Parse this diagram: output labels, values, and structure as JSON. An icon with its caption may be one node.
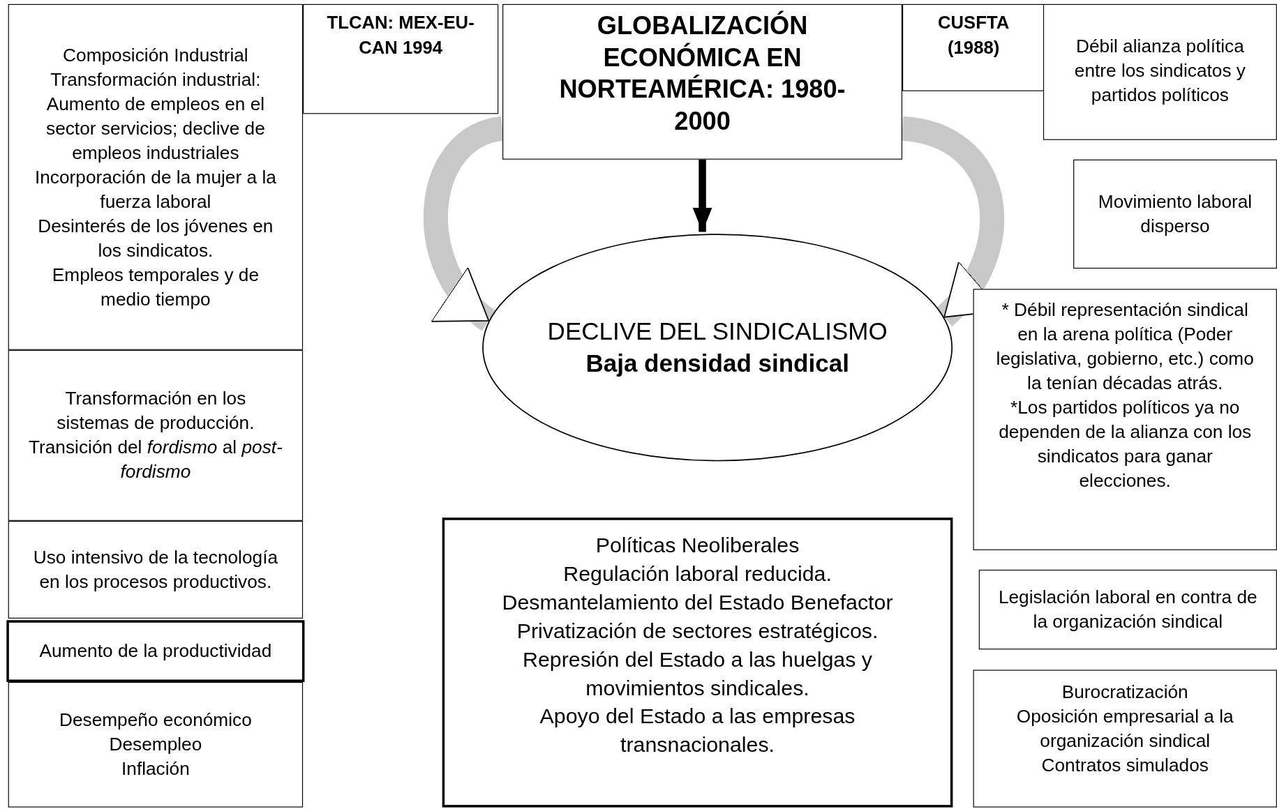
{
  "diagram": {
    "nodes": [
      {
        "text": [
          "Composición Industrial",
          "Transformación industrial: Aumento de empleos en el sector servicios; declive de empleos industriales",
          "Incorporación de la mujer a la fuerza laboral",
          "Desinterés de los jóvenes en los sindicatos.",
          "Empleos temporales y de medio tiempo"
        ]
      },
      {
        "text": [
          "Transformación en los sistemas de producción.",
          "Transición del *fordismo* al *post-fordismo*"
        ]
      },
      {
        "text": [
          "Uso intensivo de la tecnología en los procesos productivos."
        ]
      },
      {
        "text": [
          "Aumento de la productividad"
        ]
      },
      {
        "text": [
          "Desempeño económico",
          "Desempleo",
          "Inflación"
        ]
      },
      {
        "text": [
          "TLCAN: MEX-EU-CAN 1994"
        ]
      },
      {
        "text": [
          "GLOBALIZACIÓN ECONÓMICA EN NORTEAMÉRICA: 1980-2000"
        ]
      },
      {
        "text": [
          "CUSFTA (1988)"
        ]
      },
      {
        "text": [
          "Débil alianza política entre los sindicatos y partidos políticos"
        ]
      },
      {
        "text": [
          "Movimiento laboral disperso"
        ]
      },
      {
        "text": [
          "DECLIVE DEL SINDICALISMO",
          "Baja densidad sindical"
        ]
      },
      {
        "text": [
          "* Débil representación sindical en la arena política (Poder legislativa, gobierno, etc.) como la tenían décadas atrás.",
          "*Los partidos políticos ya no dependen de la alianza con los sindicatos para ganar elecciones."
        ]
      },
      {
        "text": [
          "Políticas Neoliberales",
          "Regulación laboral reducida.",
          "Desmantelamiento del Estado Benefactor",
          "Privatización de sectores estratégicos.",
          "Represión del Estado a las huelgas y movimientos sindicales.",
          "Apoyo del Estado a las empresas transnacionales."
        ]
      },
      {
        "text": [
          "Legislación laboral en contra de la organización sindical"
        ]
      },
      {
        "text": [
          "Burocratización",
          "Oposición empresarial a la organización sindical",
          "Contratos simulados"
        ]
      }
    ],
    "edges": [
      {
        "from": 6,
        "to": 10,
        "arrow": "to"
      },
      {
        "from": 6,
        "to": 10,
        "arrow": "to",
        "color": "#000000"
      },
      {
        "from": 6,
        "to": 10,
        "arrow": "to"
      }
    ]
  }
}
